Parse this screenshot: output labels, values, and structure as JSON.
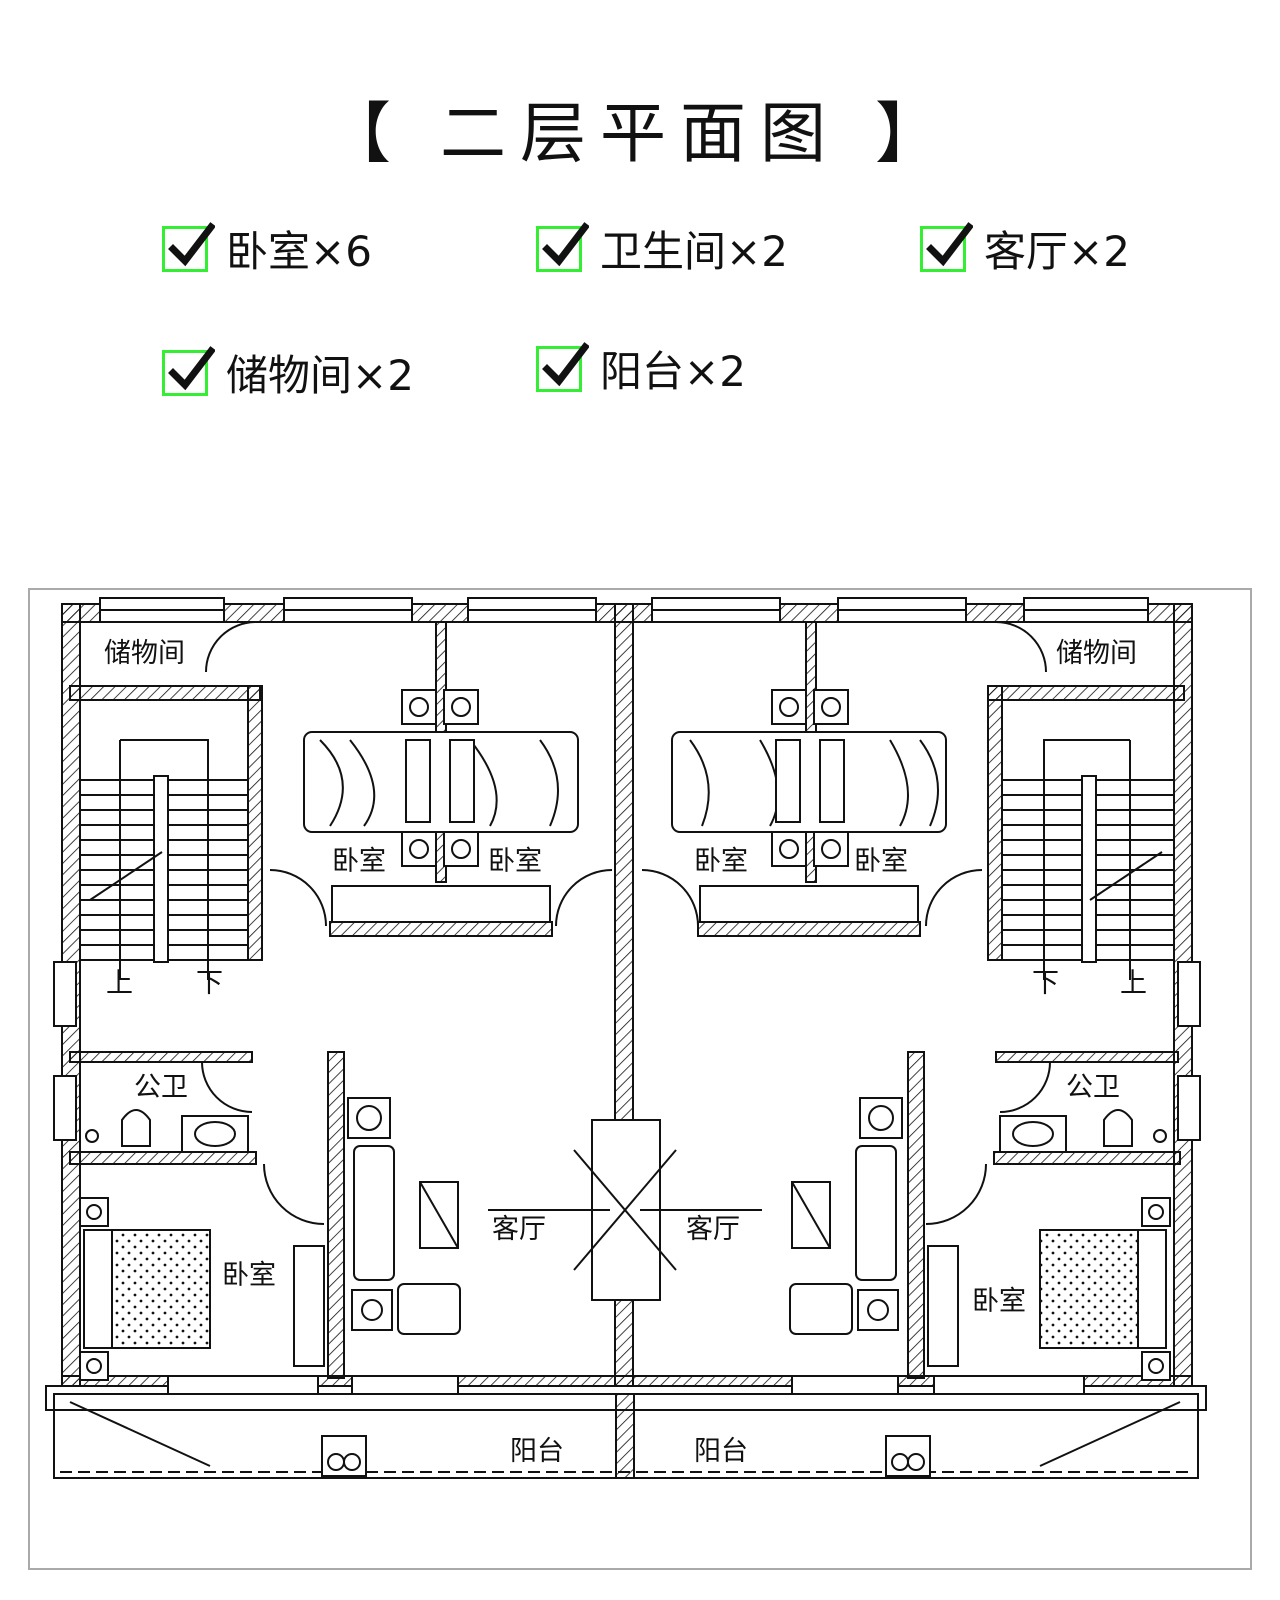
{
  "title": "【 二层平面图 】",
  "features": [
    {
      "label": "卧室×6",
      "icon": "checkmark-icon"
    },
    {
      "label": "卫生间×2",
      "icon": "checkmark-icon"
    },
    {
      "label": "客厅×2",
      "icon": "checkmark-icon"
    },
    {
      "label": "储物间×2",
      "icon": "checkmark-icon"
    },
    {
      "label": "阳台×2",
      "icon": "checkmark-icon"
    }
  ],
  "plan": {
    "left_unit": {
      "storage": "储物间",
      "bedroom_a": "卧室",
      "bedroom_b": "卧室",
      "stairs_up": "上",
      "stairs_down": "下",
      "bathroom": "公卫",
      "living_room": "客厅",
      "bedroom_c": "卧室",
      "balcony": "阳台"
    },
    "right_unit": {
      "storage": "储物间",
      "bedroom_a": "卧室",
      "bedroom_b": "卧室",
      "stairs_up": "上",
      "stairs_down": "下",
      "bathroom": "公卫",
      "living_room": "客厅",
      "bedroom_c": "卧室",
      "balcony": "阳台"
    }
  },
  "colors": {
    "check": "#33ee33",
    "line": "#111111",
    "frame": "#aaaaaa"
  }
}
